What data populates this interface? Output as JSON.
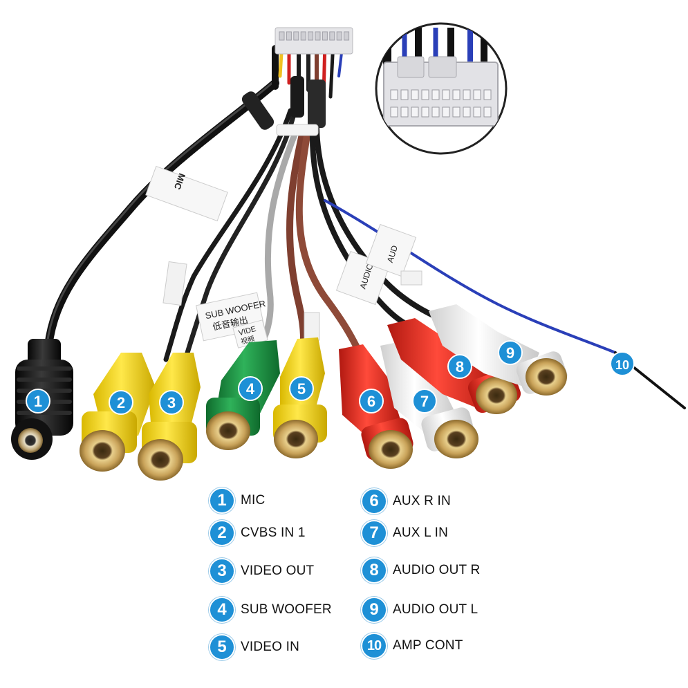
{
  "photo": {
    "tags": {
      "mic": "MIC",
      "sub_woofer_en": "SUB WOOFER",
      "sub_woofer_cn": "低音输出",
      "video_tag": "VIDE",
      "video_tag_cn": "视频",
      "audio_tag": "AUDIO",
      "audio_tag2": "AUD"
    },
    "connector_pins": 10,
    "callout_badges": [
      "1",
      "2",
      "3",
      "4",
      "5",
      "6",
      "7",
      "8",
      "9",
      "10"
    ]
  },
  "legend": {
    "items": [
      {
        "num": "1",
        "label": "MIC"
      },
      {
        "num": "2",
        "label": "CVBS IN 1"
      },
      {
        "num": "3",
        "label": "VIDEO OUT"
      },
      {
        "num": "4",
        "label": "SUB WOOFER"
      },
      {
        "num": "5",
        "label": "VIDEO IN"
      },
      {
        "num": "6",
        "label": "AUX R IN"
      },
      {
        "num": "7",
        "label": "AUX L IN"
      },
      {
        "num": "8",
        "label": "AUDIO OUT R"
      },
      {
        "num": "9",
        "label": "AUDIO OUT L"
      },
      {
        "num": "10",
        "label": "AMP CONT"
      }
    ]
  },
  "colors": {
    "badge": "#1e90d6",
    "yellow": "#f2d21b",
    "green": "#1f9a45",
    "red": "#e0302a",
    "white": "#f4f4f4",
    "black": "#1a1a1a",
    "brown": "#8a4a3a",
    "grey": "#a9a9a9",
    "blue_wire": "#2a3fb8",
    "gold": "#c9a35a"
  }
}
